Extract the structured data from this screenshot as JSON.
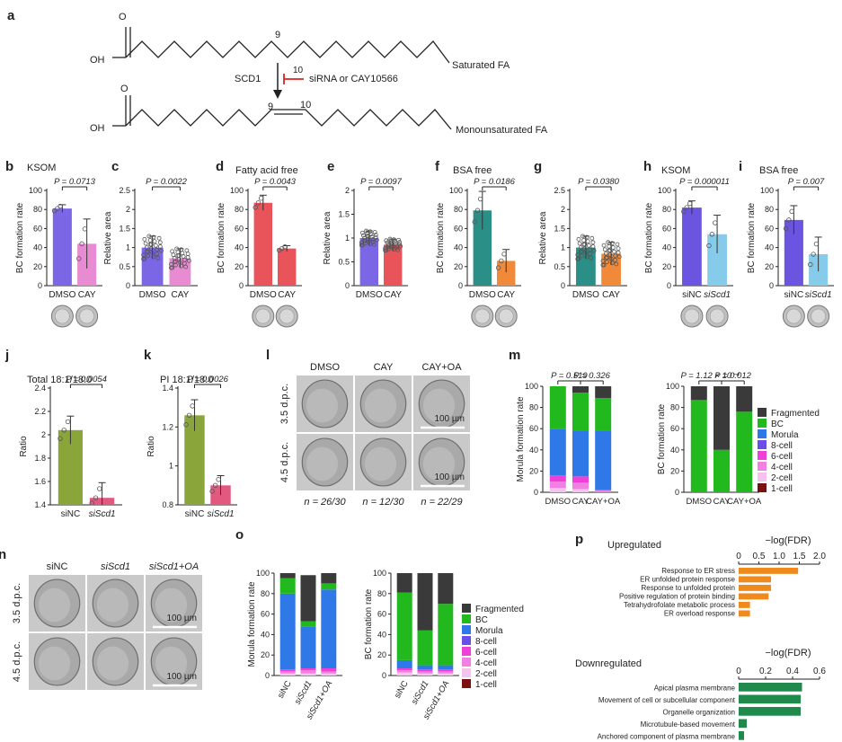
{
  "scheme": {
    "label": "a",
    "sfa_oh": "OH",
    "sfa_o": "O",
    "sfa_c9": "9",
    "sfa_name": "Saturated FA",
    "enzyme": "SCD1",
    "inhib_num": "10",
    "inhibitor": "siRNA or CAY10566",
    "mufa_oh": "OH",
    "mufa_o": "O",
    "mufa_c9": "9",
    "mufa_c10": "10",
    "mufa_name": "Monounsaturated FA"
  },
  "colors": {
    "dmso": "#7b67e6",
    "cay": "#e98bd3",
    "purple": "#6b55e0",
    "red": "#e9545b",
    "teal": "#2a8f86",
    "orange": "#f08a3a",
    "olive": "#8aa63b",
    "pink": "#e2587f",
    "siblue": "#86cbe9",
    "fragmented": "#3a3a3a",
    "bc": "#22b91e",
    "morula": "#2f78e8",
    "cell8": "#6a4fe6",
    "cell6": "#ee3fd6",
    "cell4": "#f27fe2",
    "cell2": "#f6c3ee",
    "cell1": "#7b1010",
    "go_up": "#f08a1c",
    "go_down": "#1f8a4c"
  },
  "chart_data": [
    {
      "id": "b",
      "type": "bar",
      "label": "b",
      "title": "KSOM",
      "ylabel": "BC formation rate",
      "ylim": [
        0,
        100
      ],
      "yticks": [
        0,
        20,
        40,
        60,
        80,
        100
      ],
      "categories": [
        "DMSO",
        "CAY"
      ],
      "values": [
        81,
        44
      ],
      "err": [
        4,
        26
      ],
      "pvalue": "P = 0.0713",
      "thumbs": true
    },
    {
      "id": "c",
      "type": "bar",
      "label": "c",
      "title": "",
      "ylabel": "Relative area",
      "ylim": [
        0,
        2.5
      ],
      "yticks": [
        0,
        0.5,
        1.0,
        1.5,
        2.0,
        2.5
      ],
      "categories": [
        "DMSO",
        "CAY"
      ],
      "values": [
        1.0,
        0.72
      ],
      "err": [
        0.3,
        0.25
      ],
      "pvalue": "P = 0.0022",
      "thumbs": false
    },
    {
      "id": "d",
      "type": "bar",
      "label": "d",
      "title": "Fatty acid free",
      "ylabel": "BC formation rate",
      "ylim": [
        0,
        100
      ],
      "yticks": [
        0,
        20,
        40,
        60,
        80,
        100
      ],
      "categories": [
        "DMSO",
        "CAY"
      ],
      "values": [
        87,
        39
      ],
      "err": [
        8,
        3
      ],
      "pvalue": "P = 0.0043",
      "thumbs": true
    },
    {
      "id": "e",
      "type": "bar",
      "label": "e",
      "title": "",
      "ylabel": "Relative area",
      "ylim": [
        0,
        2.0
      ],
      "yticks": [
        0,
        0.5,
        1.0,
        1.5,
        2.0
      ],
      "categories": [
        "DMSO",
        "CAY"
      ],
      "values": [
        1.0,
        0.86
      ],
      "err": [
        0.15,
        0.12
      ],
      "pvalue": "P = 0.0097",
      "thumbs": false
    },
    {
      "id": "f",
      "type": "bar",
      "label": "f",
      "title": "BSA free",
      "ylabel": "BC formation rate",
      "ylim": [
        0,
        100
      ],
      "yticks": [
        0,
        20,
        40,
        60,
        80,
        100
      ],
      "categories": [
        "DMSO",
        "CAY"
      ],
      "values": [
        79,
        26
      ],
      "err": [
        20,
        12
      ],
      "pvalue": "P = 0.0186",
      "thumbs": true
    },
    {
      "id": "g",
      "type": "bar",
      "label": "g",
      "title": "",
      "ylabel": "Relative area",
      "ylim": [
        0,
        2.5
      ],
      "yticks": [
        0,
        0.5,
        1.0,
        1.5,
        2.0,
        2.5
      ],
      "categories": [
        "DMSO",
        "CAY"
      ],
      "values": [
        1.0,
        0.84
      ],
      "err": [
        0.3,
        0.3
      ],
      "pvalue": "P = 0.0380",
      "thumbs": false
    },
    {
      "id": "h",
      "type": "bar",
      "label": "h",
      "title": "KSOM",
      "ylabel": "BC formation rate",
      "ylim": [
        0,
        100
      ],
      "yticks": [
        0,
        20,
        40,
        60,
        80,
        100
      ],
      "categories": [
        "siNC",
        "siScd1"
      ],
      "values": [
        82,
        54
      ],
      "err": [
        7,
        20
      ],
      "pvalue": "P = 0.000011",
      "thumbs": true
    },
    {
      "id": "i",
      "type": "bar",
      "label": "i",
      "title": "BSA free",
      "ylabel": "BC formation rate",
      "ylim": [
        0,
        100
      ],
      "yticks": [
        0,
        20,
        40,
        60,
        80,
        100
      ],
      "categories": [
        "siNC",
        "siScd1"
      ],
      "values": [
        69,
        33
      ],
      "err": [
        15,
        18
      ],
      "pvalue": "P = 0.007",
      "thumbs": true
    },
    {
      "id": "j",
      "type": "bar",
      "label": "j",
      "title": "Total 18:1/18:0",
      "ylabel": "Ratio",
      "ylim": [
        1.4,
        2.4
      ],
      "yticks": [
        1.4,
        1.6,
        1.8,
        2.0,
        2.2,
        2.4
      ],
      "categories": [
        "siNC",
        "siScd1"
      ],
      "values": [
        2.04,
        1.46
      ],
      "err": [
        0.12,
        0.13
      ],
      "pvalue": "P = 0.0054",
      "thumbs": false
    },
    {
      "id": "k",
      "type": "bar",
      "label": "k",
      "title": "PI 18:1/18:0",
      "ylabel": "Ratio",
      "ylim": [
        0.8,
        1.4
      ],
      "yticks": [
        0.8,
        1.0,
        1.2,
        1.4
      ],
      "categories": [
        "siNC",
        "siScd1"
      ],
      "values": [
        1.26,
        0.9
      ],
      "err": [
        0.08,
        0.05
      ],
      "pvalue": "P = 0.0026",
      "thumbs": false
    },
    {
      "id": "m1",
      "type": "stacked_bar",
      "label": "m",
      "ylabel": "Morula formation rate",
      "ylim": [
        0,
        100
      ],
      "yticks": [
        0,
        20,
        40,
        60,
        80,
        100
      ],
      "categories": [
        "DMSO",
        "CAY",
        "CAY+OA"
      ],
      "series": [
        {
          "name": "1-cell",
          "values": [
            0,
            0,
            0
          ]
        },
        {
          "name": "2-cell",
          "values": [
            4,
            3,
            0
          ]
        },
        {
          "name": "4-cell",
          "values": [
            6,
            6,
            2
          ]
        },
        {
          "name": "6-cell",
          "values": [
            6,
            6,
            0
          ]
        },
        {
          "name": "8-cell",
          "values": [
            0,
            0,
            0
          ]
        },
        {
          "name": "Morula",
          "values": [
            44,
            43,
            56
          ]
        },
        {
          "name": "BC",
          "values": [
            40,
            36,
            31
          ]
        },
        {
          "name": "Fragmented",
          "values": [
            0,
            6,
            11
          ]
        }
      ],
      "pvalues": [
        "P = 0.519",
        "P = 0.326"
      ],
      "legend": false
    },
    {
      "id": "m2",
      "type": "stacked_bar",
      "label": "",
      "ylabel": "BC formation rate",
      "ylim": [
        0,
        100
      ],
      "yticks": [
        0,
        20,
        40,
        60,
        80,
        100
      ],
      "categories": [
        "DMSO",
        "CAY",
        "CAY+OA"
      ],
      "series": [
        {
          "name": "1-cell",
          "values": [
            0,
            0,
            0
          ]
        },
        {
          "name": "2-cell",
          "values": [
            0,
            0,
            0
          ]
        },
        {
          "name": "4-cell",
          "values": [
            0,
            0,
            0
          ]
        },
        {
          "name": "6-cell",
          "values": [
            0,
            0,
            0
          ]
        },
        {
          "name": "8-cell",
          "values": [
            0,
            0,
            0
          ]
        },
        {
          "name": "Morula",
          "values": [
            0,
            0,
            0
          ]
        },
        {
          "name": "BC",
          "values": [
            87,
            40,
            76
          ]
        },
        {
          "name": "Fragmented",
          "values": [
            13,
            60,
            24
          ]
        }
      ],
      "pvalues": [
        "P = 1.12 × 10⁻⁴",
        "P = 0.012"
      ],
      "legend": true
    },
    {
      "id": "o1",
      "type": "stacked_bar",
      "label": "o",
      "ylabel": "Morula formation rate",
      "ylim": [
        0,
        100
      ],
      "yticks": [
        0,
        20,
        40,
        60,
        80,
        100
      ],
      "categories": [
        "siNC",
        "siScd1",
        "siScd1+OA"
      ],
      "series": [
        {
          "name": "1-cell",
          "values": [
            0,
            0,
            0
          ]
        },
        {
          "name": "2-cell",
          "values": [
            2,
            2,
            2
          ]
        },
        {
          "name": "4-cell",
          "values": [
            2,
            3,
            2
          ]
        },
        {
          "name": "6-cell",
          "values": [
            2,
            2,
            3
          ]
        },
        {
          "name": "8-cell",
          "values": [
            0,
            0,
            0
          ]
        },
        {
          "name": "Morula",
          "values": [
            74,
            41,
            77
          ]
        },
        {
          "name": "BC",
          "values": [
            15,
            5,
            6
          ]
        },
        {
          "name": "Fragmented",
          "values": [
            5,
            45,
            10
          ]
        }
      ],
      "pvalues": [],
      "legend": false,
      "rotate": true
    },
    {
      "id": "o2",
      "type": "stacked_bar",
      "label": "",
      "ylabel": "BC formation rate",
      "ylim": [
        0,
        100
      ],
      "yticks": [
        0,
        20,
        40,
        60,
        80,
        100
      ],
      "categories": [
        "siNC",
        "siScd1",
        "siScd1+OA"
      ],
      "series": [
        {
          "name": "1-cell",
          "values": [
            0,
            0,
            0
          ]
        },
        {
          "name": "2-cell",
          "values": [
            3,
            2,
            2
          ]
        },
        {
          "name": "4-cell",
          "values": [
            2,
            2,
            2
          ]
        },
        {
          "name": "6-cell",
          "values": [
            2,
            2,
            2
          ]
        },
        {
          "name": "8-cell",
          "values": [
            0,
            0,
            0
          ]
        },
        {
          "name": "Morula",
          "values": [
            8,
            4,
            4
          ]
        },
        {
          "name": "BC",
          "values": [
            66,
            34,
            60
          ]
        },
        {
          "name": "Fragmented",
          "values": [
            19,
            56,
            30
          ]
        }
      ],
      "pvalues": [],
      "legend": true,
      "rotate": true
    },
    {
      "id": "p1",
      "type": "hbar",
      "label": "p",
      "title": "Upregulated",
      "xlabel": "−log(FDR)",
      "xlim": [
        0,
        2.0
      ],
      "xticks": [
        "0",
        "0.5",
        "1.0",
        "1.5",
        "2.0"
      ],
      "categories": [
        "Response to ER stress",
        "ER unfolded protein response",
        "Response to unfolded protein",
        "Positive regulation of protein binding",
        "Tetrahydrofolate metabolic process",
        "ER overload response"
      ],
      "values": [
        1.47,
        0.8,
        0.8,
        0.74,
        0.28,
        0.28
      ]
    },
    {
      "id": "p2",
      "type": "hbar",
      "label": "",
      "title": "Downregulated",
      "xlabel": "−log(FDR)",
      "xlim": [
        0,
        0.6
      ],
      "xticks": [
        "0",
        "0.2",
        "0.4",
        "0.6"
      ],
      "categories": [
        "Apical plasma membrane",
        "Movement of cell or subcellular component",
        "Organelle organization",
        "Microtubule-based movement",
        "Anchored component of plasma membrane"
      ],
      "values": [
        0.47,
        0.46,
        0.46,
        0.06,
        0.04
      ]
    }
  ],
  "panel_l": {
    "label": "l",
    "cols": [
      "DMSO",
      "CAY",
      "CAY+OA"
    ],
    "rows": [
      "3.5 d.p.c.",
      "4.5 d.p.c."
    ],
    "scale_a": "100 µm",
    "scale_b": "100 µm",
    "n_values": [
      "n = 26/30",
      "n = 12/30",
      "n = 22/29"
    ]
  },
  "panel_n": {
    "label": "n",
    "cols": [
      "siNC",
      "siScd1",
      "siScd1+OA"
    ],
    "rows": [
      "3.5 d.p.c.",
      "4.5 d.p.c."
    ],
    "scale_a": "100 µm",
    "scale_b": "100 µm"
  }
}
